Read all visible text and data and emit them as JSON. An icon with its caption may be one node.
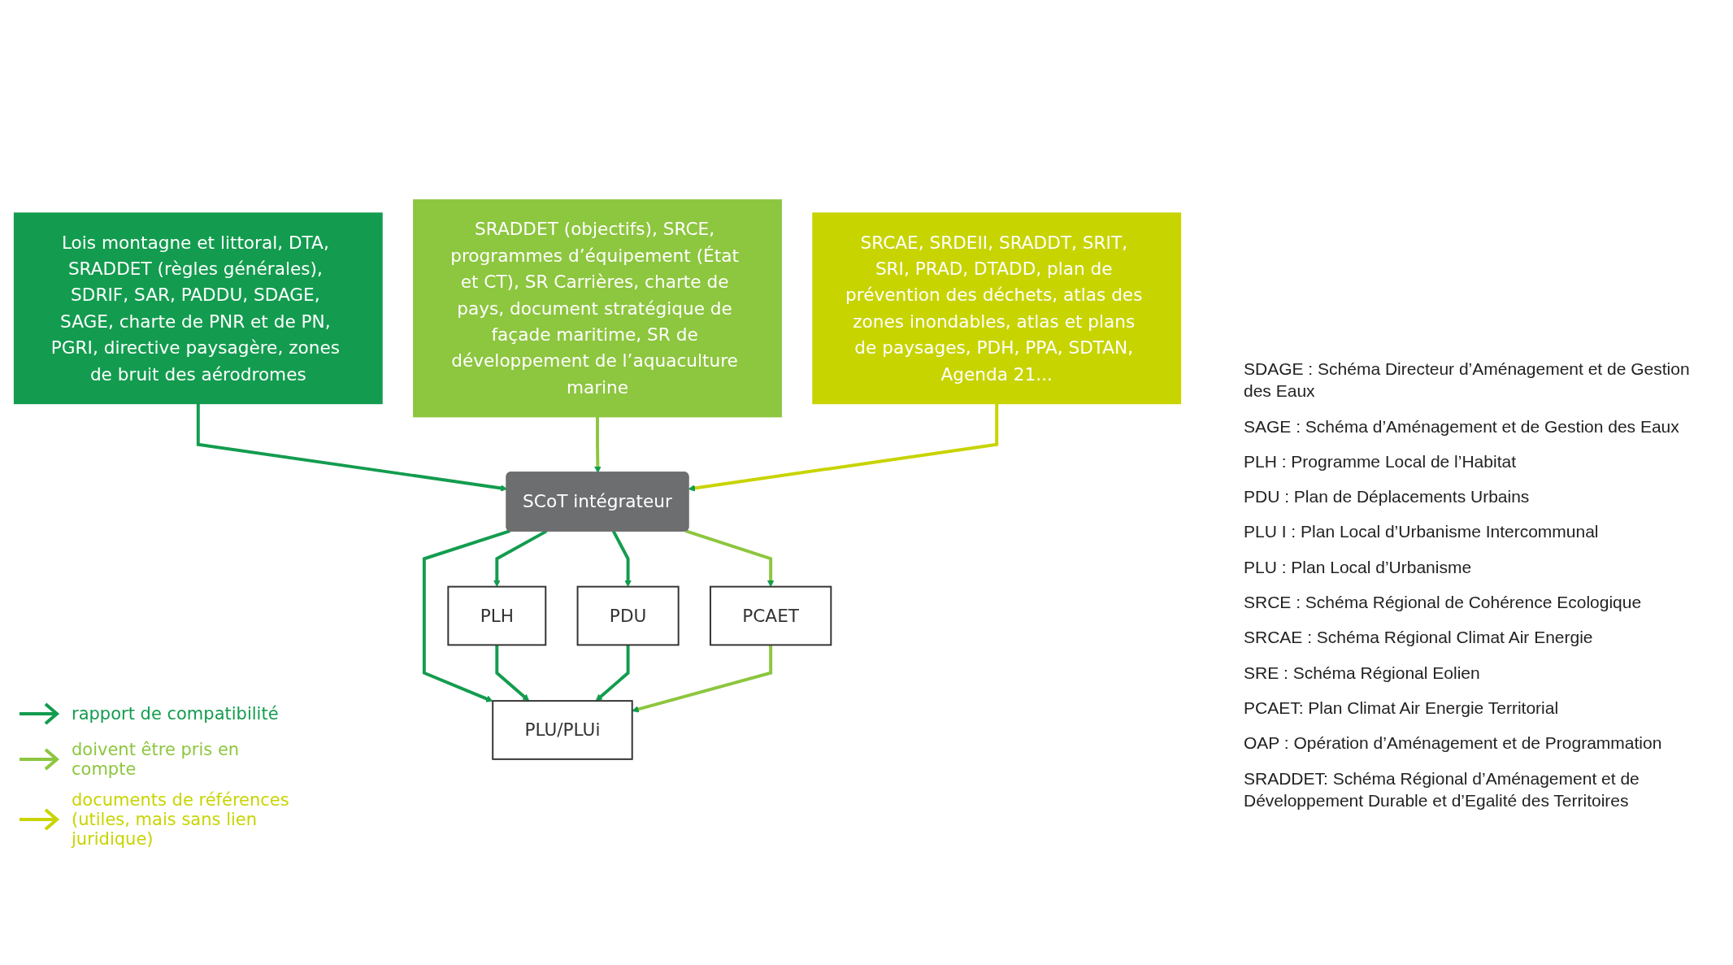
{
  "diagram": {
    "nodes": [
      {
        "text": [
          "Lois montagne et littoral, DTA, SRADDET (règles générales), SDRIF, SAR, PADDU, SDAGE, SAGE, charte de PNR et de PN, PGRI, directive paysagère, zones de bruit des aérodromes"
        ]
      },
      {
        "text": [
          "SRADDET (objectifs), SRCE, programmes d’équipement (État et CT), SR Carrières, charte de pays, document stratégique de façade maritime, SR de développement de l’aquaculture marine"
        ]
      },
      {
        "text": [
          "SRCAE, SRDEII, SRADDT, SRIT, SRI, PRAD, DTADD, plan de prévention des déchets, atlas des zones inondables, atlas et plans de paysages, PDH, PPA, SDTAN, Agenda 21..."
        ]
      },
      {
        "text": [
          "SCoT intégrateur"
        ]
      },
      {
        "text": [
          "PLH"
        ]
      },
      {
        "text": [
          "PDU"
        ]
      },
      {
        "text": [
          "PCAET"
        ]
      },
      {
        "text": [
          "PLU/PLUi"
        ]
      }
    ],
    "edges": [
      {
        "from": 0,
        "to": 3,
        "arrow": "to"
      },
      {
        "from": 1,
        "to": 3,
        "arrow": "to",
        "color": "#8dc63f"
      },
      {
        "from": 2,
        "to": 3,
        "arrow": "to",
        "color": "#c8d400"
      },
      {
        "from": 3,
        "to": 4,
        "arrow": "to"
      },
      {
        "from": 3,
        "to": 5,
        "arrow": "to"
      },
      {
        "from": 3,
        "to": 7,
        "arrow": "to"
      },
      {
        "from": 3,
        "to": 6,
        "arrow": "to",
        "color": "#8dc63f"
      },
      {
        "from": 4,
        "to": 7,
        "arrow": "to"
      },
      {
        "from": 5,
        "to": 7,
        "arrow": "to"
      },
      {
        "from": 6,
        "to": 7,
        "arrow": "to",
        "color": "#8dc63f"
      }
    ],
    "labels": [
      "SDAGE : Schéma Directeur d’Aménagement et de Gestion des Eaux",
      "SAGE : Schéma d’Aménagement et de Gestion des Eaux",
      "PLH : Programme Local de l’Habitat",
      "PDU : Plan de Déplacements Urbains",
      "PLU I : Plan Local d’Urbanisme Intercommunal",
      "PLU : Plan Local d’Urbanisme",
      "SRCE : Schéma Régional de Cohérence Ecologique",
      "SRCAE : Schéma Régional Climat Air Energie",
      "SRE : Schéma Régional Eolien",
      "PCAET: Plan Climat Air Energie Territorial",
      "OAP : Opération d’Aménagement et de Programmation",
      "SRADDET: Schéma Régional d’Aménagement et de Développement Durable et d’Egalité des Territoires"
    ],
    "legend": [
      {
        "text": "rapport de compatibilité"
      },
      {
        "text": "doivent être pris en compte"
      },
      {
        "text": "documents de références (utiles, mais sans lien juridique)"
      }
    ]
  }
}
